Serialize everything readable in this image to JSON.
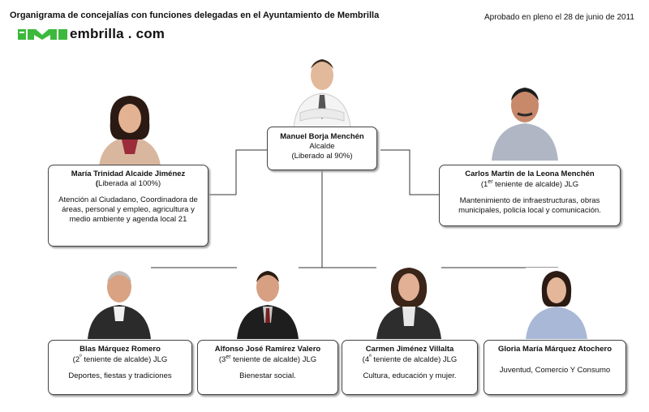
{
  "header": {
    "title": "Organigrama de concejalías con funciones delegadas en el Ayuntamiento de Membrilla",
    "approved": "Aprobado en pleno el 28 de junio de 2011",
    "logo_text": "embrilla . com",
    "brand_color": "#3cb93c"
  },
  "people": {
    "mayor": {
      "name": "Manuel Borja Menchén",
      "role": "Alcalde",
      "status": "(Liberado al 90%)"
    },
    "left": {
      "name": "María Trinidad Alcaide Jiménez",
      "status_prefix": "(",
      "status_rest": "Liberada al 100%)",
      "desc": "Atención al Ciudadano, Coordinadora de áreas, personal y empleo, agricultura y medio ambiente y agenda local 21"
    },
    "right": {
      "name": "Carlos Martín de la Leona Menchén",
      "role_pre": "(1",
      "role_sup": "er",
      "role_post": " teniente de alcalde) JLG",
      "desc": "Mantenimiento de infraestructuras, obras municipales, policía local y comunicación."
    },
    "b1": {
      "name": "Blas Márquez Romero",
      "role_pre": "(2",
      "role_sup": "º",
      "role_post": " teniente de alcalde) JLG",
      "desc": "Deportes, fiestas y tradiciones"
    },
    "b2": {
      "name": "Alfonso José Ramírez Valero",
      "role_pre": "(3",
      "role_sup": "er",
      "role_post": " teniente de alcalde) JLG",
      "desc": "Bienestar social."
    },
    "b3": {
      "name": "Carmen Jiménez Villalta",
      "role_pre": "(4",
      "role_sup": "ª",
      "role_post": " teniente de alcalde) JLG",
      "desc": "Cultura, educación y mujer."
    },
    "b4": {
      "name": "Gloria María Márquez Atochero",
      "desc": "Juventud, Comercio Y Consumo"
    }
  }
}
